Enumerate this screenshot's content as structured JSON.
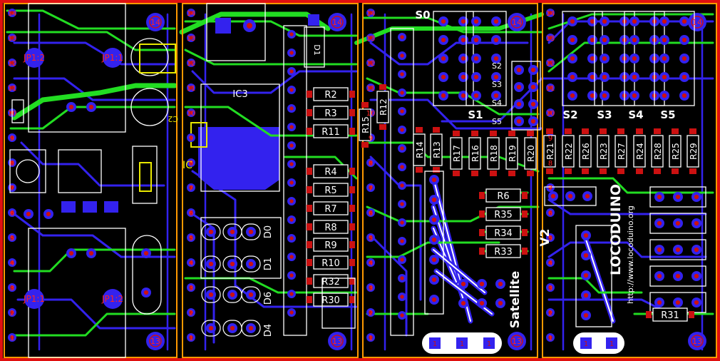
{
  "colors": {
    "background": "#000000",
    "border_red": "#e01010",
    "border_orange": "#ff9900",
    "top_trace": "#22dd22",
    "bottom_trace": "#3322ee",
    "silk": "#ffffff",
    "pad_red": "#cc1111",
    "label_red": "#ff2222",
    "outline_yellow": "#e8e800"
  },
  "mounting_holes": {
    "top_label": "14",
    "bottom_label": "13"
  },
  "connector_labels": [
    "JP1:2",
    "JP1:1",
    "JP1:1",
    "JP1:2"
  ],
  "ic_label": "IC3",
  "diode_label": "D1",
  "jumper_labels": [
    "D0",
    "D1",
    "D6",
    "D4"
  ],
  "chip_cap_label": "C2",
  "connector_ic_label": "IC",
  "resistors_left": [
    "R2",
    "R3",
    "R11",
    "R4",
    "R5",
    "R7",
    "R8",
    "R9",
    "R10",
    "R32",
    "R30"
  ],
  "resistors_mid_vertical": [
    "R15",
    "R12",
    "R14",
    "R13"
  ],
  "resistors_right_vertical": [
    "R17",
    "R16",
    "R18",
    "R19",
    "R20",
    "R21",
    "R22",
    "R26",
    "R23",
    "R27",
    "R24",
    "R28",
    "R25",
    "R29"
  ],
  "resistors_right_horizontal": [
    "R6",
    "R35",
    "R34",
    "R33"
  ],
  "resistor_bottom_right": "R31",
  "servo_labels": [
    "S0",
    "S1",
    "S2",
    "S3",
    "S4",
    "S5"
  ],
  "small_servo_labels": [
    "S2",
    "S3",
    "S4",
    "S5"
  ],
  "brand": "LOCODUINO",
  "url": "http://www.locoduino.org",
  "version": "V2",
  "product": "Satellite",
  "row_numbers": [
    "1",
    "2",
    "3",
    "4",
    "5",
    "6",
    "7",
    "8",
    "9",
    "10",
    "11",
    "12",
    "13",
    "14"
  ],
  "pad_label": "1"
}
